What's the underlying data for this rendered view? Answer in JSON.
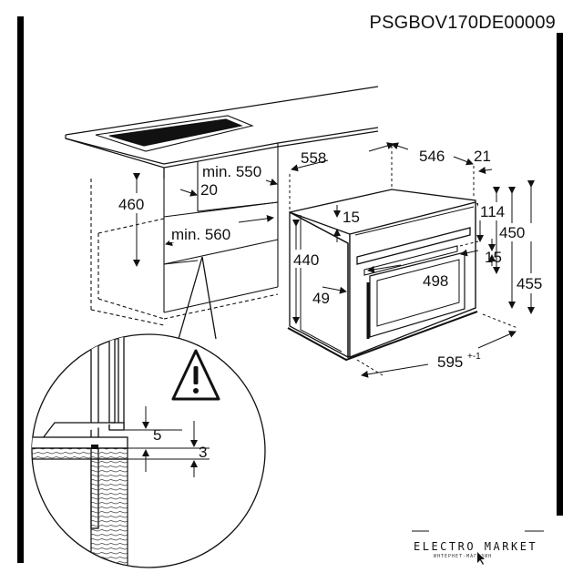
{
  "document_code": "PSGBOV170DE00009",
  "dimensions": {
    "cabinet_height": "460",
    "min_depth": "min. 550",
    "gap_20": "20",
    "min_width": "min. 560",
    "depth_558": "558",
    "depth_546": "546",
    "door_21": "21",
    "panel_15_top": "15",
    "height_114": "114",
    "height_450": "450",
    "height_440": "440",
    "panel_15_right": "15",
    "inner_498": "498",
    "offset_49": "49",
    "height_455": "455",
    "width_595": "595",
    "width_595_tolerance": "+-1",
    "detail_5": "5",
    "detail_3": "3"
  },
  "warning_icon": "warning-triangle-icon",
  "logo": {
    "name": "ELECTRO MARKET",
    "tagline": "ИНТЕРНЕТ-МАГАЗИН"
  }
}
